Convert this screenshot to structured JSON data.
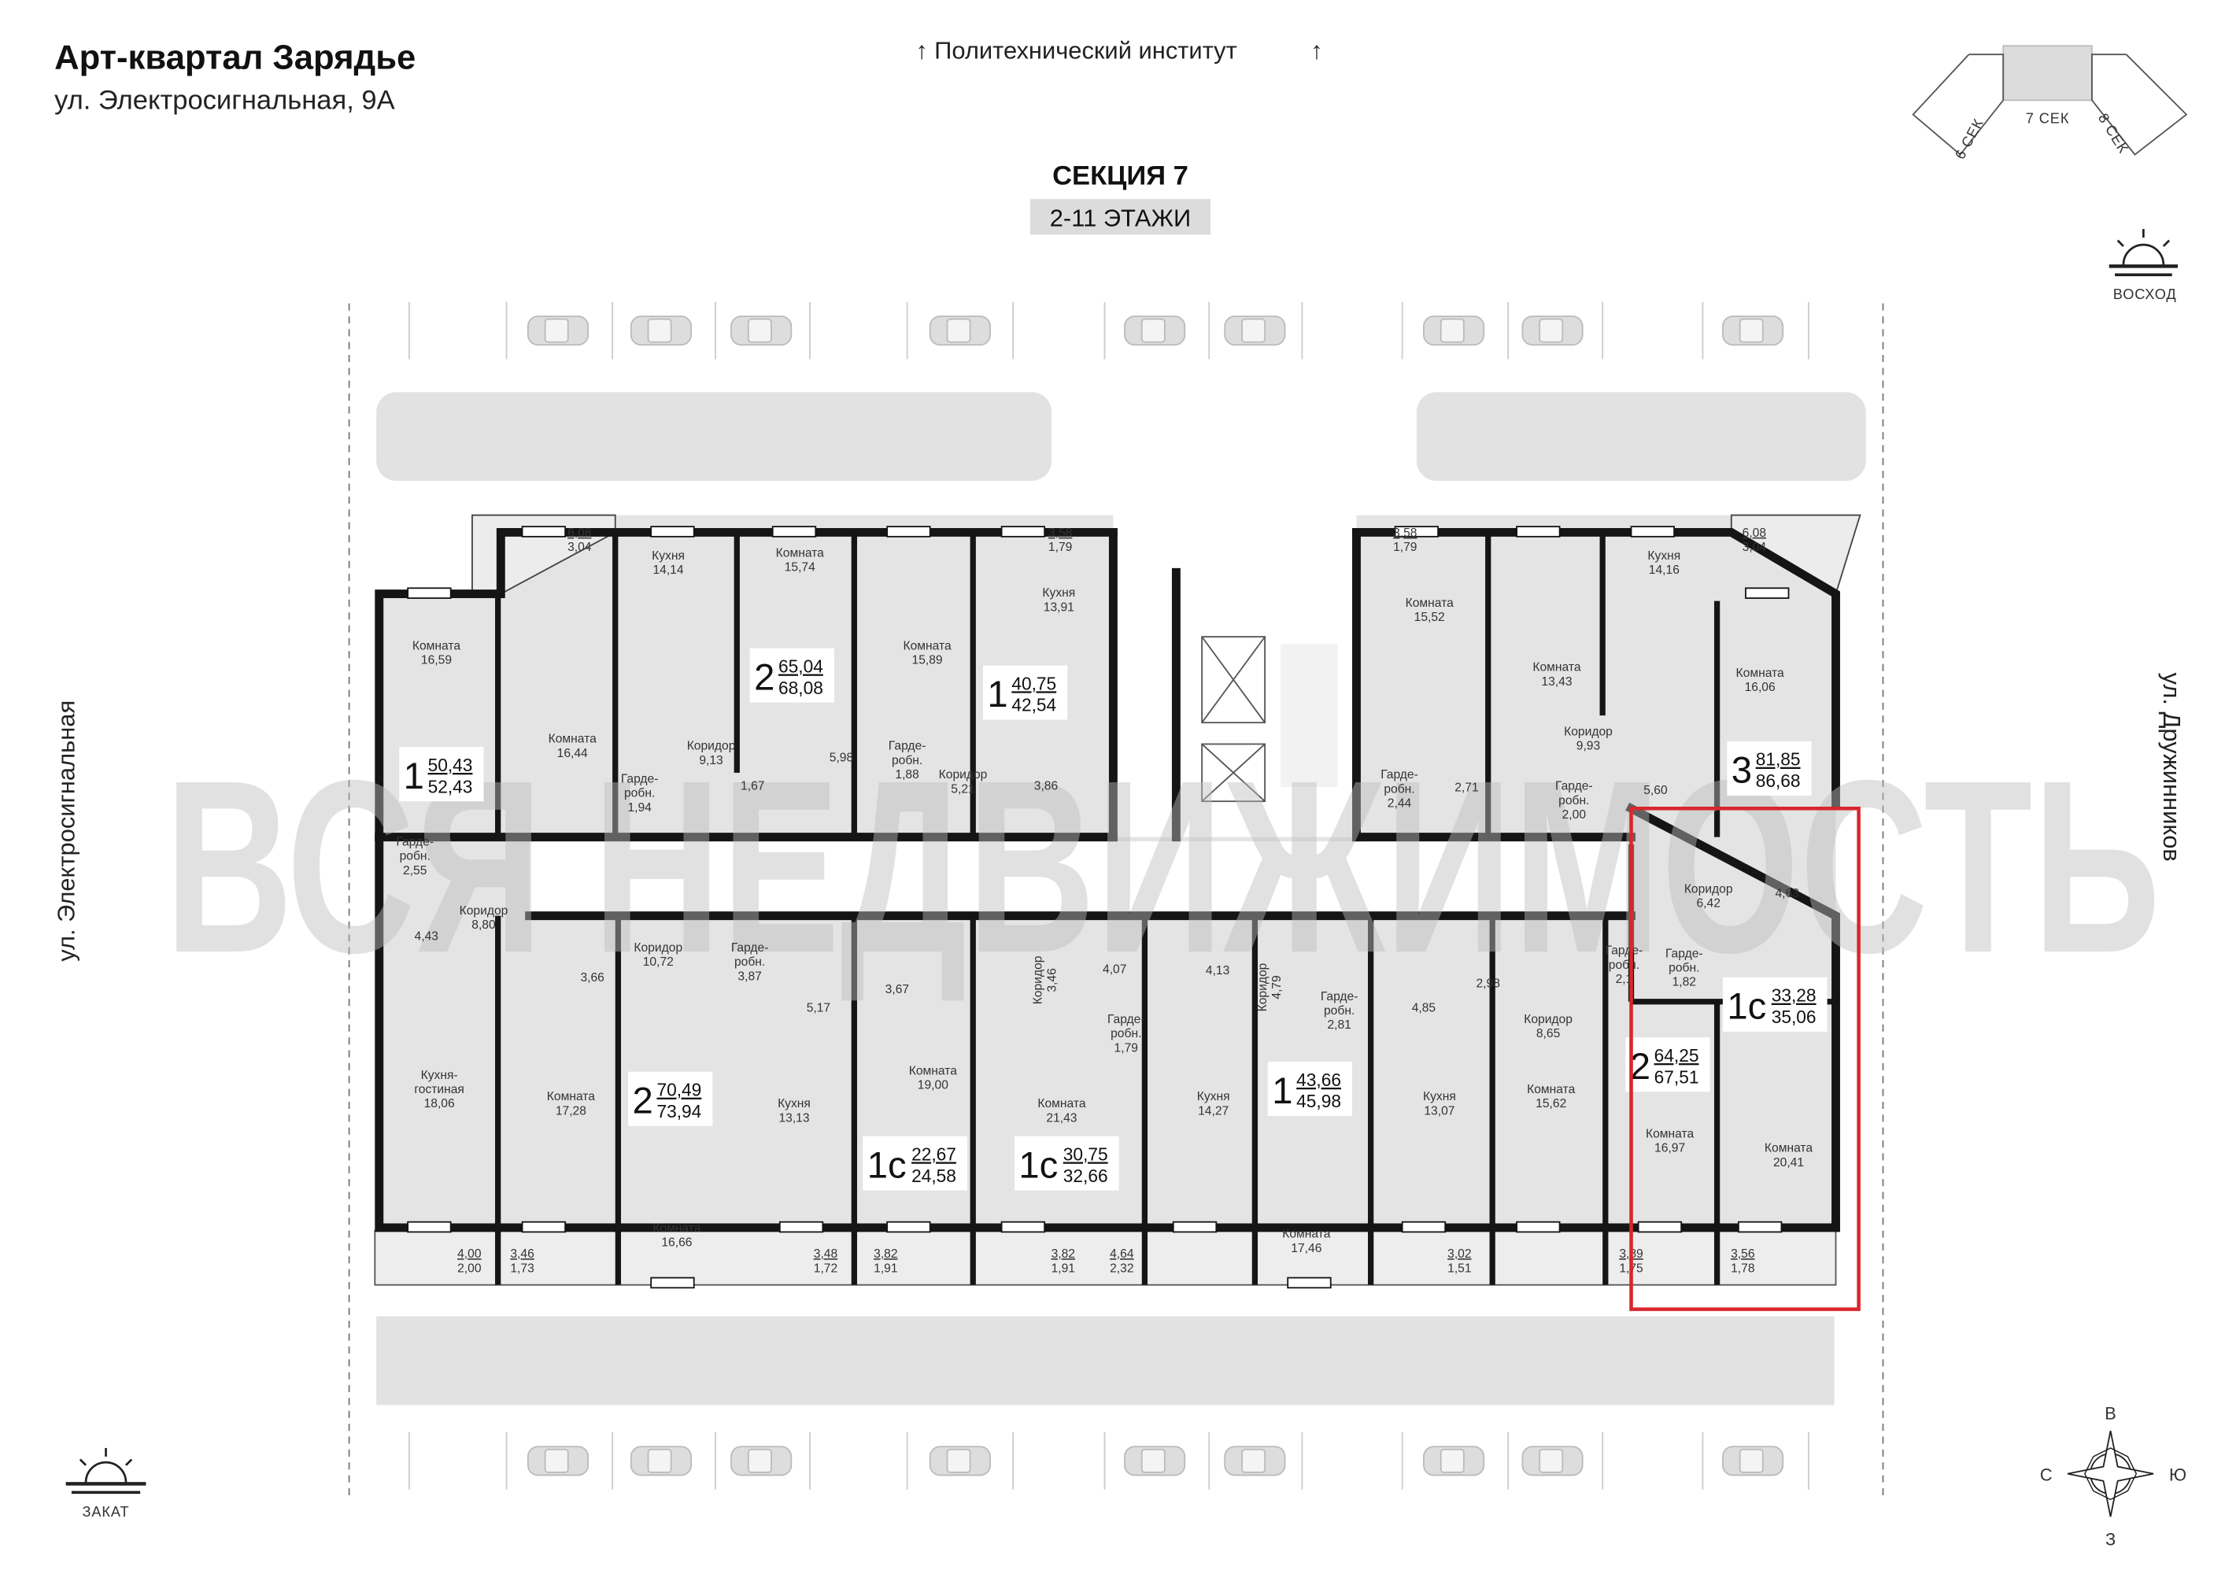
{
  "header": {
    "title": "Арт-квартал  Зарядье",
    "address": "ул. Электросигнальная, 9А"
  },
  "landmark_top": "Политехнический институт",
  "section": {
    "title": "СЕКЦИЯ 7",
    "floors": "2-11 ЭТАЖИ"
  },
  "key_plan": {
    "sections": [
      "6 СЕК",
      "7 СЕК",
      "8 СЕК"
    ]
  },
  "sunrise_label": "ВОСХОД",
  "sunset_label": "ЗАКАТ",
  "streets": {
    "left": "ул. Электросигнальная",
    "right": "ул. Дружинников"
  },
  "compass": {
    "top": "В",
    "left": "С",
    "right": "Ю",
    "bottom": "З"
  },
  "watermark": "ВСЯ НЕДВИЖИМОСТЬ",
  "colors": {
    "highlight": "#d9262c",
    "room_fill": "#e4e4e4",
    "wall": "#151515",
    "parking": "#e2e2e2"
  },
  "apartments": [
    {
      "rooms": "1",
      "living_area": "50,43",
      "total_area": "52,43"
    },
    {
      "rooms": "2",
      "living_area": "65,04",
      "total_area": "68,08"
    },
    {
      "rooms": "1",
      "living_area": "40,75",
      "total_area": "42,54"
    },
    {
      "rooms": "3",
      "living_area": "81,85",
      "total_area": "86,68"
    },
    {
      "rooms": "2",
      "living_area": "70,49",
      "total_area": "73,94"
    },
    {
      "rooms": "1с",
      "living_area": "22,67",
      "total_area": "24,58"
    },
    {
      "rooms": "1с",
      "living_area": "30,75",
      "total_area": "32,66"
    },
    {
      "rooms": "1",
      "living_area": "43,66",
      "total_area": "45,98"
    },
    {
      "rooms": "2",
      "living_area": "64,25",
      "total_area": "67,51"
    },
    {
      "rooms": "1с",
      "living_area": "33,28",
      "total_area": "35,06",
      "highlighted": true
    }
  ],
  "rooms": [
    {
      "lines": [
        "Кухня"
      ],
      "area": "14,14"
    },
    {
      "lines": [
        "Комната"
      ],
      "area": "15,74"
    },
    {
      "lines": [
        "Комната"
      ],
      "area": "15,89"
    },
    {
      "lines": [
        "Кухня"
      ],
      "area": "13,91"
    },
    {
      "lines": [
        "Комната"
      ],
      "area": "16,59"
    },
    {
      "lines": [
        "Комната"
      ],
      "area": "16,44"
    },
    {
      "lines": [
        "Коридор"
      ],
      "area": "9,13"
    },
    {
      "lines": [],
      "area": "5,98"
    },
    {
      "lines": [
        "Гарде-",
        "робн."
      ],
      "area": "1,94"
    },
    {
      "lines": [],
      "area": "1,67"
    },
    {
      "lines": [
        "Гарде-",
        "робн."
      ],
      "area": "1,88"
    },
    {
      "lines": [
        "Коридор"
      ],
      "area": "5,21"
    },
    {
      "lines": [],
      "area": "3,86"
    },
    {
      "lines": [
        "Комната"
      ],
      "area": "15,52"
    },
    {
      "lines": [
        "Комната"
      ],
      "area": "13,43"
    },
    {
      "lines": [
        "Кухня"
      ],
      "area": "14,16"
    },
    {
      "lines": [
        "Комната"
      ],
      "area": "16,06"
    },
    {
      "lines": [
        "Коридор"
      ],
      "area": "9,93"
    },
    {
      "lines": [
        "Гарде-",
        "робн."
      ],
      "area": "2,44"
    },
    {
      "lines": [],
      "area": "2,71"
    },
    {
      "lines": [
        "Гарде-",
        "робн."
      ],
      "area": "2,00"
    },
    {
      "lines": [],
      "area": "5,60"
    },
    {
      "lines": [
        "Гарде-",
        "робн."
      ],
      "area": "2,55"
    },
    {
      "lines": [
        "Коридор"
      ],
      "area": "8,80"
    },
    {
      "lines": [],
      "area": "4,43"
    },
    {
      "lines": [],
      "area": "3,66"
    },
    {
      "lines": [
        "Коридор"
      ],
      "area": "10,72"
    },
    {
      "lines": [
        "Гарде-",
        "робн."
      ],
      "area": "3,87"
    },
    {
      "lines": [],
      "area": "5,17"
    },
    {
      "lines": [],
      "area": "3,67"
    },
    {
      "lines": [
        "Коридор"
      ],
      "area": "3,46"
    },
    {
      "lines": [],
      "area": "4,07"
    },
    {
      "lines": [],
      "area": "4,13"
    },
    {
      "lines": [
        "Коридор"
      ],
      "area": "4,79"
    },
    {
      "lines": [
        "Гарде-",
        "робн."
      ],
      "area": "2,81"
    },
    {
      "lines": [],
      "area": "4,85"
    },
    {
      "lines": [],
      "area": "2,98"
    },
    {
      "lines": [
        "Коридор"
      ],
      "area": "8,65"
    },
    {
      "lines": [
        "Гарде-",
        "робн."
      ],
      "area": "2,1"
    },
    {
      "lines": [
        "Гарде-",
        "робн."
      ],
      "area": "1,82"
    },
    {
      "lines": [
        "Коридор"
      ],
      "area": "6,42"
    },
    {
      "lines": [],
      "area": "4,63"
    },
    {
      "lines": [
        "Гарде-",
        "робн."
      ],
      "area": "1,79"
    },
    {
      "lines": [
        "Кухня-",
        "гостиная"
      ],
      "area": "18,06"
    },
    {
      "lines": [
        "Комната"
      ],
      "area": "17,28"
    },
    {
      "lines": [
        "Кухня"
      ],
      "area": "13,13"
    },
    {
      "lines": [
        "Комната"
      ],
      "area": "19,00"
    },
    {
      "lines": [
        "Комната"
      ],
      "area": "21,43"
    },
    {
      "lines": [
        "Кухня"
      ],
      "area": "14,27"
    },
    {
      "lines": [
        "Кухня"
      ],
      "area": "13,07"
    },
    {
      "lines": [
        "Комната"
      ],
      "area": "15,62"
    },
    {
      "lines": [
        "Комната"
      ],
      "area": "16,97"
    },
    {
      "lines": [
        "Комната"
      ],
      "area": "20,41"
    },
    {
      "lines": [
        "Комната"
      ],
      "area": "16,66"
    },
    {
      "lines": [
        "Комната"
      ],
      "area": "17,46"
    }
  ],
  "balconies": [
    {
      "area": "6,08",
      "reduced": "3,04"
    },
    {
      "area": "3,58",
      "reduced": "1,79"
    },
    {
      "area": "3,58",
      "reduced": "1,79"
    },
    {
      "area": "6,08",
      "reduced": "3,04"
    },
    {
      "area": "4,00",
      "reduced": "2,00"
    },
    {
      "area": "3,46",
      "reduced": "1,73"
    },
    {
      "area": "3,48",
      "reduced": "1,72"
    },
    {
      "area": "3,82",
      "reduced": "1,91"
    },
    {
      "area": "3,82",
      "reduced": "1,91"
    },
    {
      "area": "4,64",
      "reduced": "2,32"
    },
    {
      "area": "3,02",
      "reduced": "1,51"
    },
    {
      "area": "3,89",
      "reduced": "1,75"
    },
    {
      "area": "3,56",
      "reduced": "1,78"
    }
  ]
}
